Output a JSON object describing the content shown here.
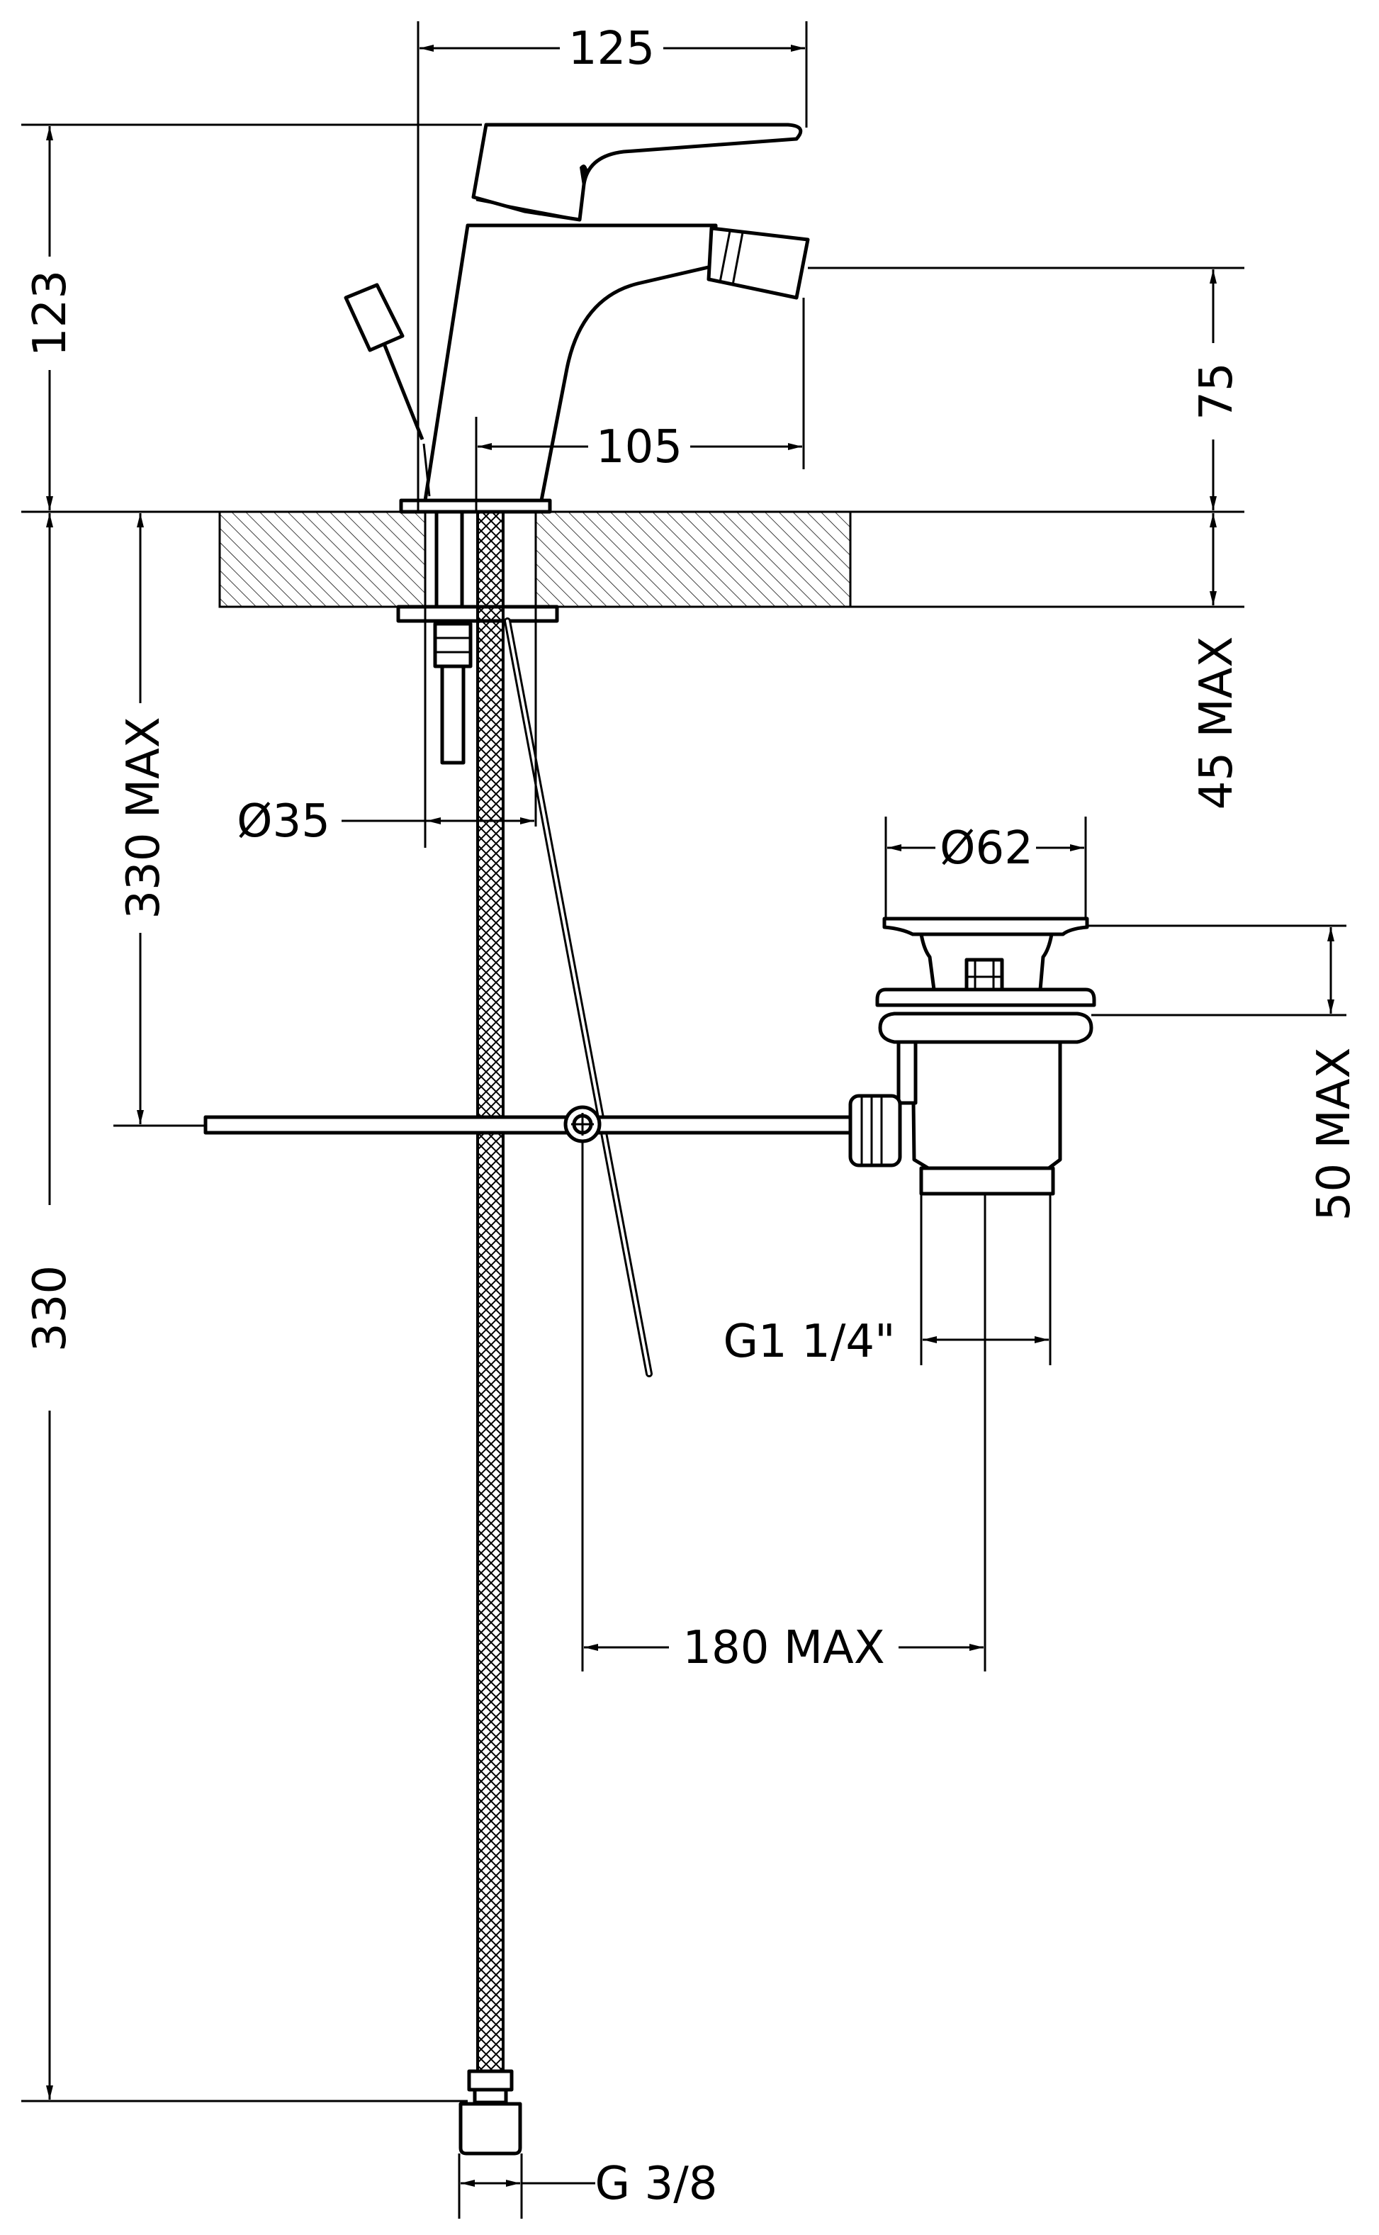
{
  "dimensions": {
    "width_top": "125",
    "height_upper": "123",
    "spout_height": "75",
    "spout_reach": "105",
    "hose_length_max": "330 MAX",
    "deck_thickness_max": "45 MAX",
    "hole_diameter": "Ø35",
    "waste_diameter": "Ø62",
    "waste_height_max": "50 MAX",
    "waste_thread": "G1 1/4\"",
    "rod_reach_max": "180 MAX",
    "total_height": "330",
    "hose_thread": "G 3/8"
  },
  "colors": {
    "line": "#000000",
    "background": "#ffffff"
  }
}
